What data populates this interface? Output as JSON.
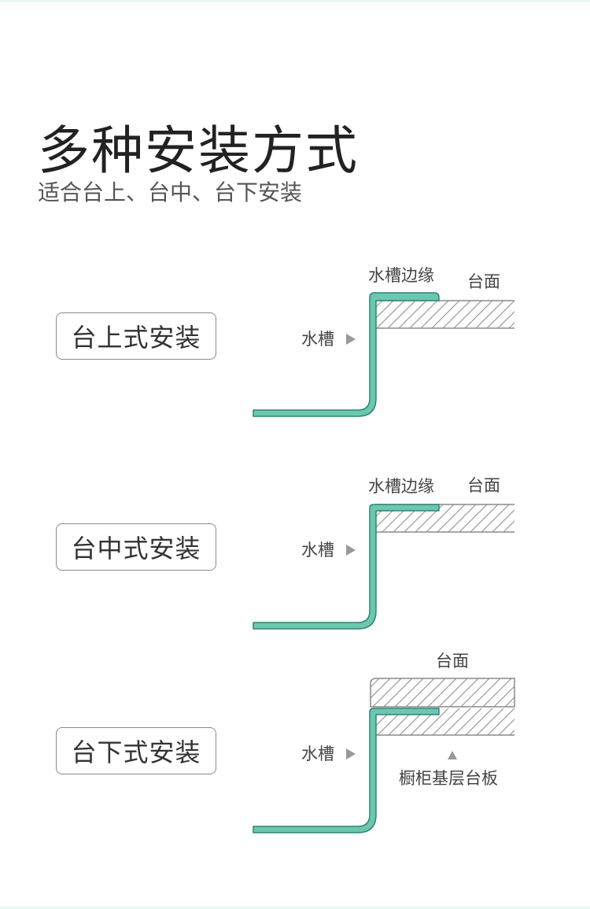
{
  "header": {
    "title": "多种安装方式",
    "subtitle": "适合台上、台中、台下安装"
  },
  "methods": [
    {
      "label": "台上式安装",
      "labels": {
        "sink": "水槽",
        "sink_edge": "水槽边缘",
        "countertop": "台面"
      }
    },
    {
      "label": "台中式安装",
      "labels": {
        "sink": "水槽",
        "sink_edge": "水槽边缘",
        "countertop": "台面"
      }
    },
    {
      "label": "台下式安装",
      "labels": {
        "sink": "水槽",
        "countertop": "台面",
        "cabinet_board": "橱柜基层台板"
      }
    }
  ],
  "colors": {
    "sink_fill": "#6cc7b0",
    "sink_stroke": "#2e8670",
    "counter_stroke": "#8a8a8a",
    "hatch": "#9a9a9a",
    "arrow": "#999999"
  }
}
